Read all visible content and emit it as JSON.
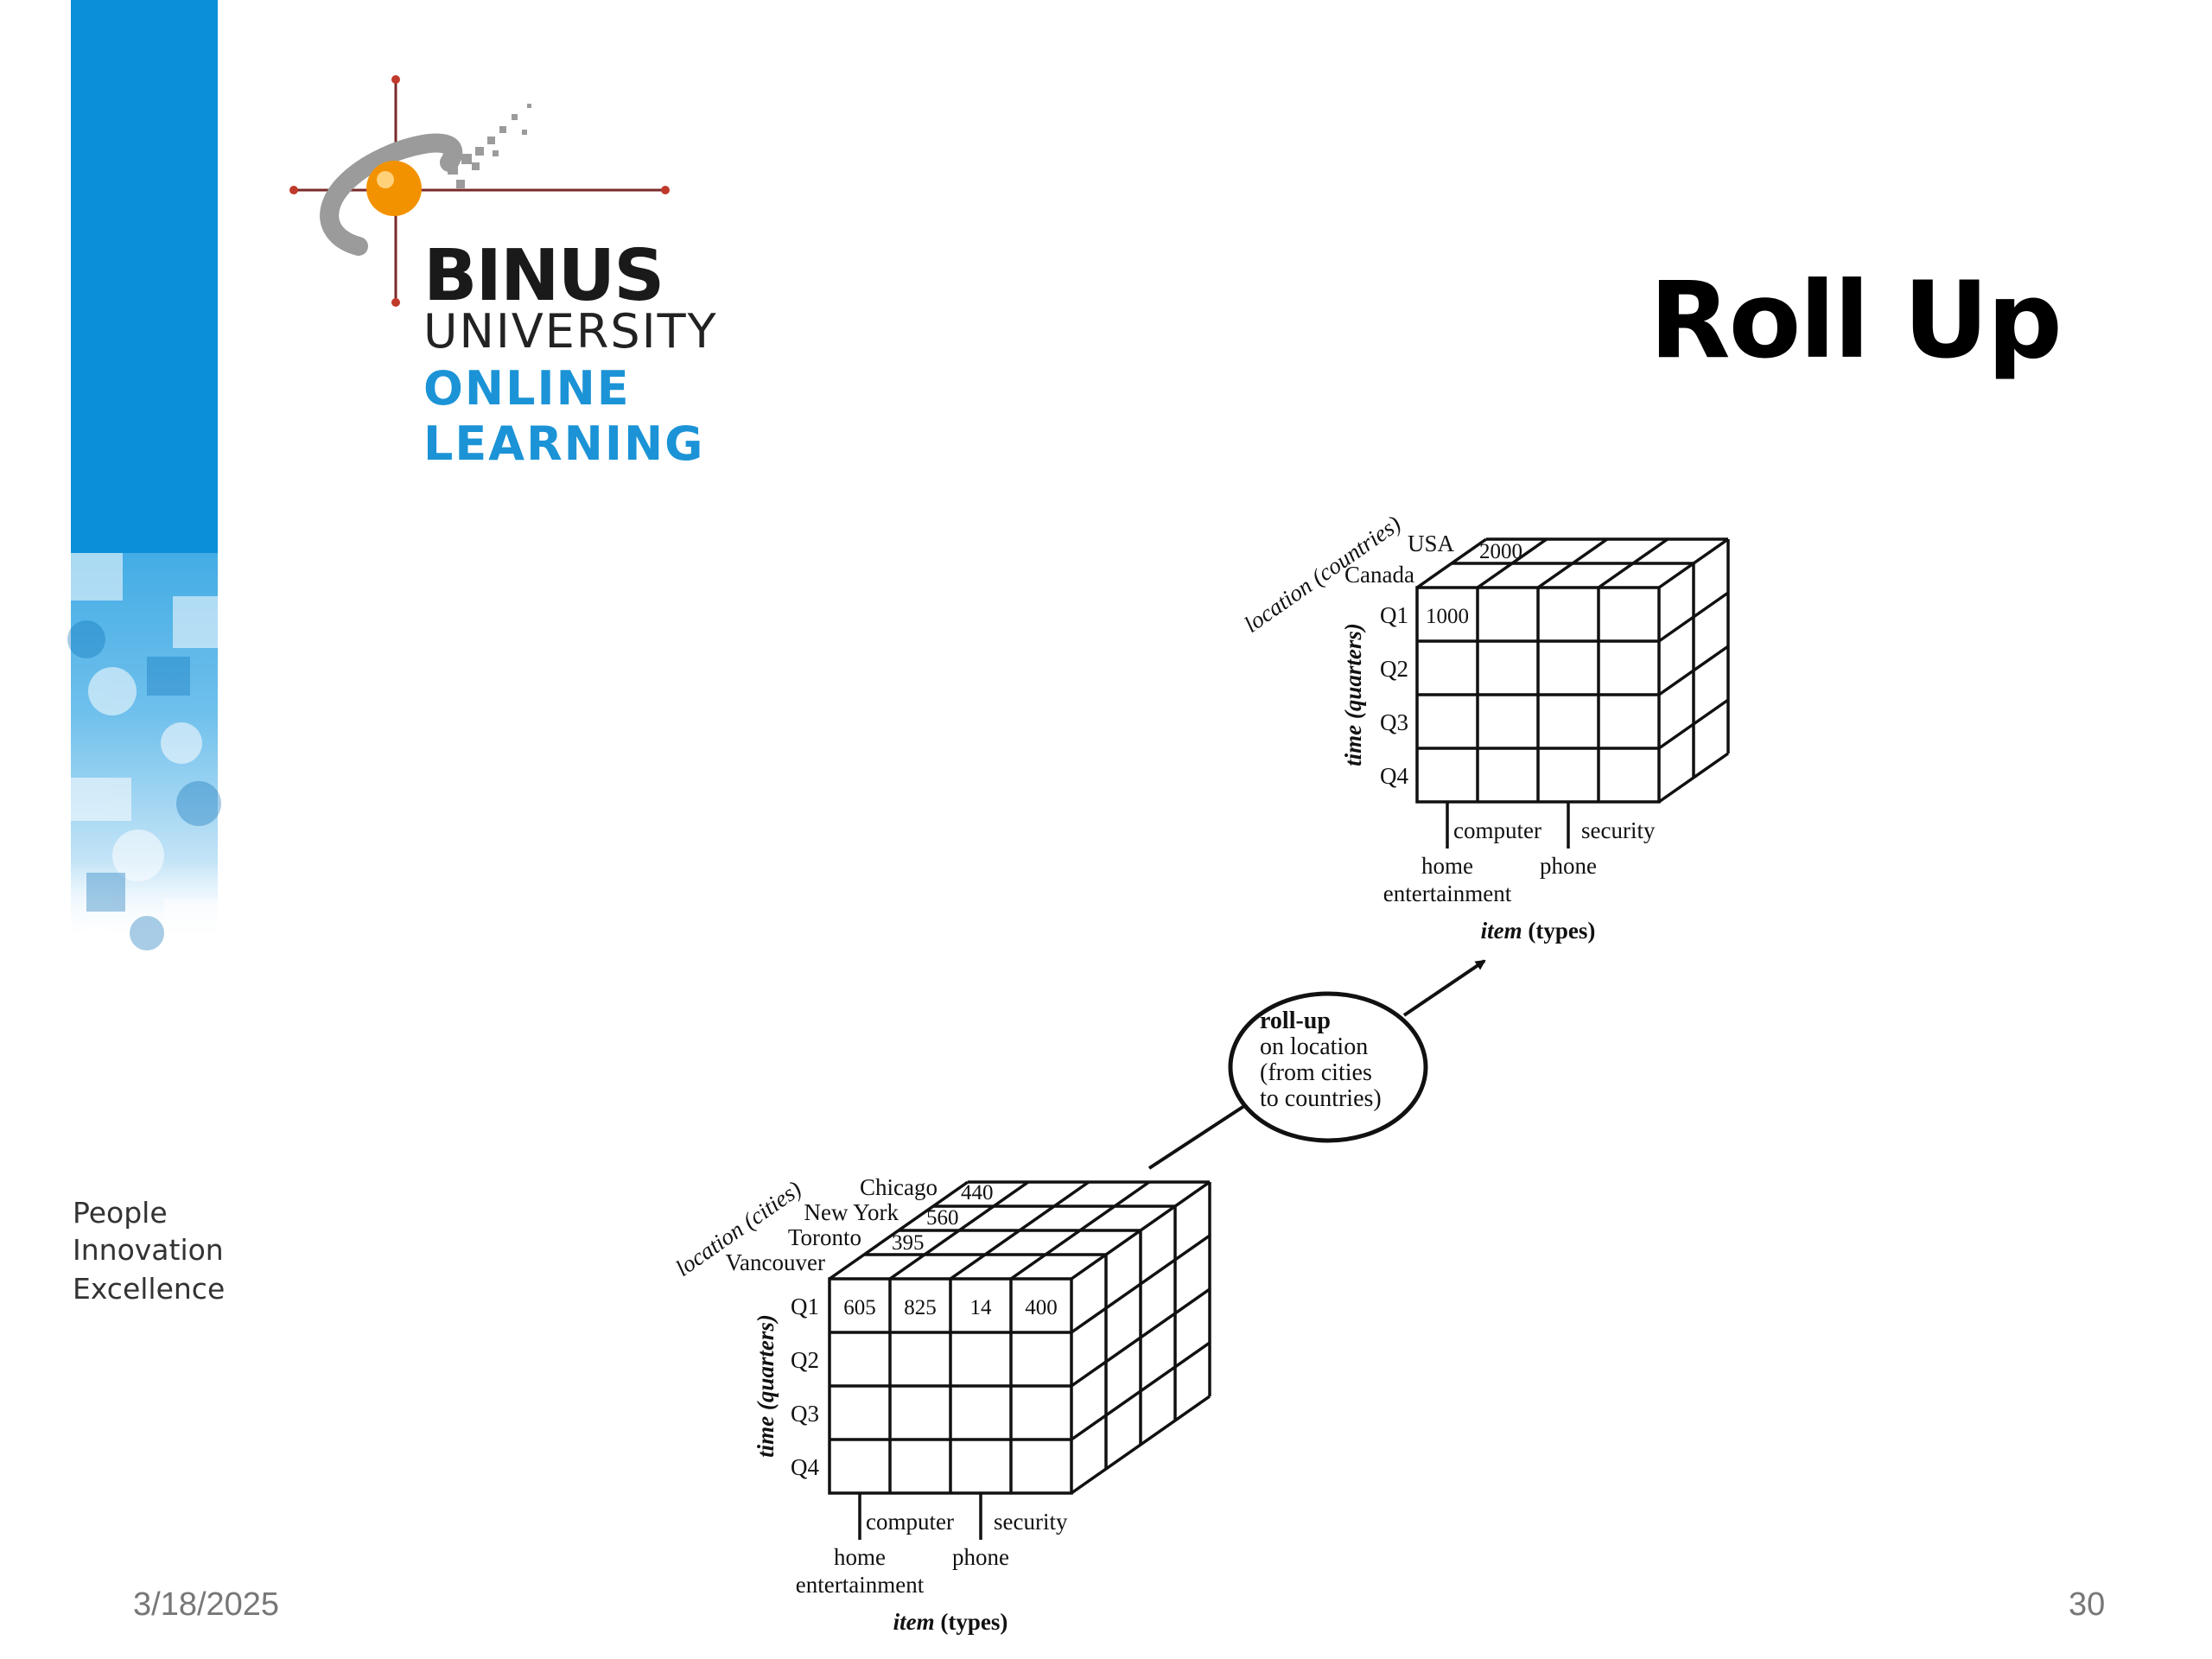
{
  "slide": {
    "title": "Roll Up",
    "date": "3/18/2025",
    "page_number": "30"
  },
  "branding": {
    "logo_line1": "BINUS",
    "logo_line2": "UNIVERSITY",
    "logo_line3": "ONLINE",
    "logo_line4": "LEARNING",
    "tagline": [
      "People",
      "Innovation",
      "Excellence"
    ],
    "colors": {
      "blue": "#1b93d6",
      "orange": "#f39200",
      "gray": "#9b9b9b"
    }
  },
  "diagram": {
    "operation": {
      "title": "roll-up",
      "lines": [
        "on location",
        "(from cities",
        "to countries)"
      ]
    },
    "source_cube": {
      "location_axis": "location (cities)",
      "time_axis": "time (quarters)",
      "item_axis_italic": "item",
      "item_axis_rest": " (types)",
      "cities": [
        "Chicago",
        "New York",
        "Toronto",
        "Vancouver"
      ],
      "quarters": [
        "Q1",
        "Q2",
        "Q3",
        "Q4"
      ],
      "items_upper": [
        "computer",
        "security"
      ],
      "items_lower_1": [
        "home",
        "phone"
      ],
      "items_lower_2": "entertainment",
      "q1_values": [
        "605",
        "825",
        "14",
        "400"
      ],
      "depth_values": [
        "440",
        "560",
        "395"
      ]
    },
    "target_cube": {
      "location_axis": "location (countries)",
      "time_axis": "time (quarters)",
      "item_axis_italic": "item",
      "item_axis_rest": " (types)",
      "countries": [
        "USA",
        "Canada"
      ],
      "quarters": [
        "Q1",
        "Q2",
        "Q3",
        "Q4"
      ],
      "items_upper": [
        "computer",
        "security"
      ],
      "items_lower_1": [
        "home",
        "phone"
      ],
      "items_lower_2": "entertainment",
      "q1_value": "1000",
      "back_value": "2000"
    }
  }
}
